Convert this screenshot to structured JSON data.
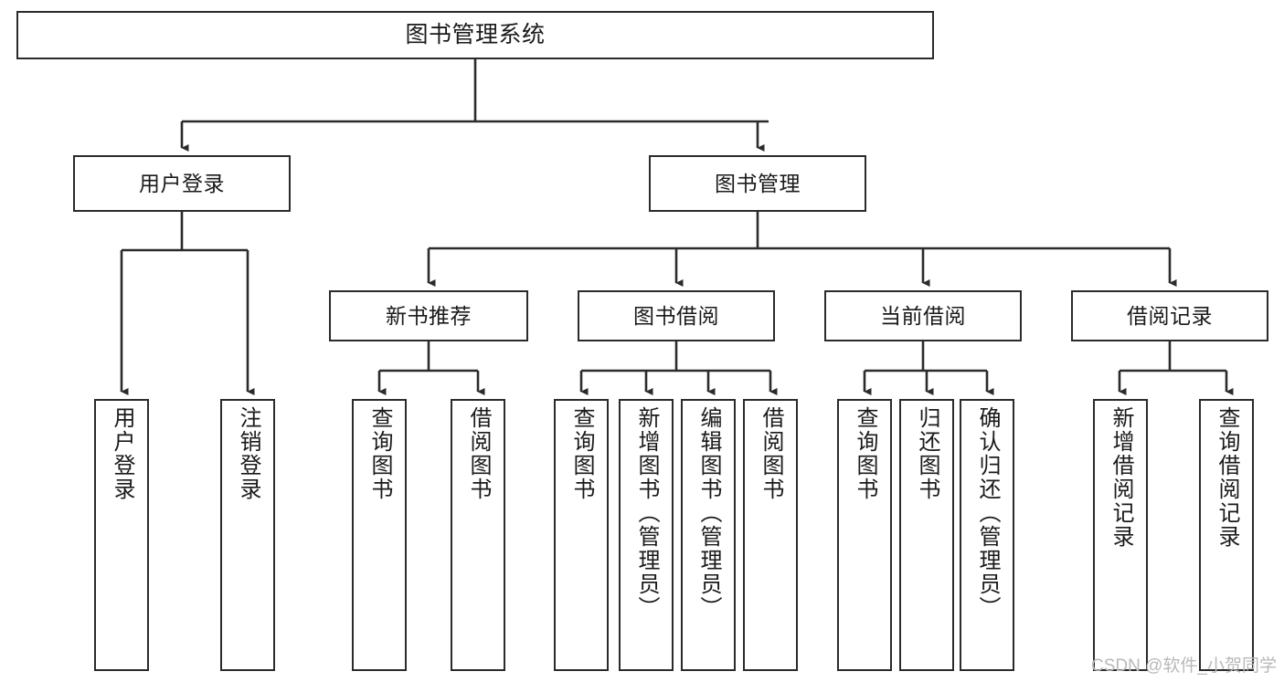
{
  "diagram": {
    "type": "tree",
    "title": "图书管理系统",
    "watermark": "CSDN @软件_小贺同学",
    "colors": {
      "box_border": "#2b2b2b",
      "box_fill": "#ffffff",
      "edge": "#2b2b2b",
      "text": "#1a1a1a",
      "watermark": "#b9b9b9",
      "background": "#ffffff"
    },
    "nodes": {
      "root": {
        "label": "图书管理系统"
      },
      "level1": [
        {
          "id": "user-login",
          "label": "用户登录"
        },
        {
          "id": "book-manage",
          "label": "图书管理"
        }
      ],
      "level2": [
        {
          "id": "new-book-recommend",
          "label": "新书推荐"
        },
        {
          "id": "book-borrow",
          "label": "图书借阅"
        },
        {
          "id": "current-borrow",
          "label": "当前借阅"
        },
        {
          "id": "borrow-record",
          "label": "借阅记录"
        }
      ],
      "leaves": {
        "user_login": [
          {
            "id": "leaf-user-login",
            "label": "用户登录"
          },
          {
            "id": "leaf-logout",
            "label": "注销登录"
          }
        ],
        "new_book_recommend": [
          {
            "id": "leaf-query-book-1",
            "label": "查询图书"
          },
          {
            "id": "leaf-borrow-book-1",
            "label": "借阅图书"
          }
        ],
        "book_borrow": [
          {
            "id": "leaf-query-book-2",
            "label": "查询图书"
          },
          {
            "id": "leaf-add-book",
            "label": "新增图书（管理员）"
          },
          {
            "id": "leaf-edit-book",
            "label": "编辑图书（管理员）"
          },
          {
            "id": "leaf-borrow-book-2",
            "label": "借阅图书"
          }
        ],
        "current_borrow": [
          {
            "id": "leaf-query-book-3",
            "label": "查询图书"
          },
          {
            "id": "leaf-return-book",
            "label": "归还图书"
          },
          {
            "id": "leaf-confirm-return",
            "label": "确认归还（管理员）"
          }
        ],
        "borrow_record": [
          {
            "id": "leaf-add-record",
            "label": "新增借阅记录"
          },
          {
            "id": "leaf-query-record",
            "label": "查询借阅记录"
          }
        ]
      }
    }
  }
}
